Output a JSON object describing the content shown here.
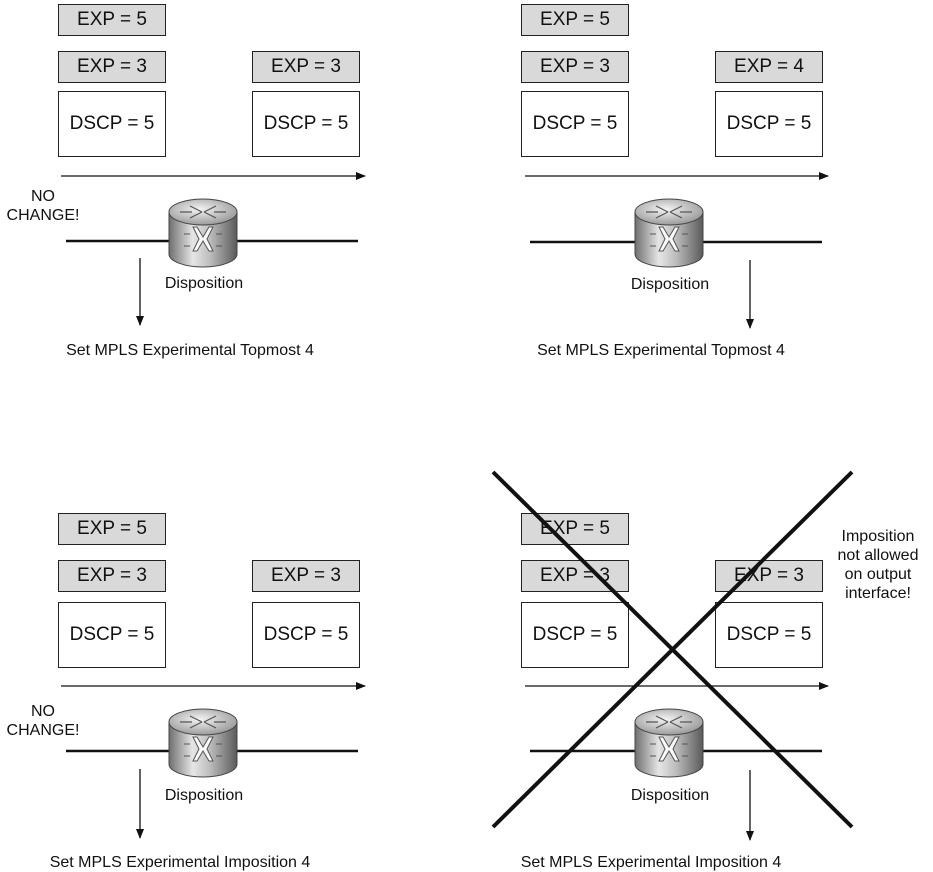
{
  "panels": [
    {
      "exp_outer_in": "EXP = 5",
      "exp_inner_in": "EXP = 3",
      "dscp_in": "DSCP = 5",
      "exp_out": "EXP = 3",
      "dscp_out": "DSCP = 5",
      "router_label": "Disposition",
      "command": "Set MPLS Experimental Topmost 4",
      "note": [
        "NO",
        "CHANGE!"
      ],
      "crossed": false
    },
    {
      "exp_outer_in": "EXP = 5",
      "exp_inner_in": "EXP = 3",
      "dscp_in": "DSCP = 5",
      "exp_out": "EXP = 4",
      "dscp_out": "DSCP = 5",
      "router_label": "Disposition",
      "command": "Set MPLS Experimental Topmost 4",
      "note": [],
      "crossed": false
    },
    {
      "exp_outer_in": "EXP = 5",
      "exp_inner_in": "EXP = 3",
      "dscp_in": "DSCP = 5",
      "exp_out": "EXP = 3",
      "dscp_out": "DSCP = 5",
      "router_label": "Disposition",
      "command": "Set MPLS Experimental Imposition 4",
      "note": [
        "NO",
        "CHANGE!"
      ],
      "crossed": false
    },
    {
      "exp_outer_in": "EXP = 5",
      "exp_inner_in": "EXP = 3",
      "dscp_in": "DSCP = 5",
      "exp_out": "EXP = 3",
      "dscp_out": "DSCP = 5",
      "router_label": "Disposition",
      "command": "Set MPLS Experimental Imposition 4",
      "note": [
        "Imposition",
        "not allowed",
        "on output",
        "interface!"
      ],
      "crossed": true
    }
  ],
  "colors": {
    "label_fill": "#d9d9d9",
    "line": "#111111"
  },
  "icons": {
    "router": "router-icon"
  }
}
